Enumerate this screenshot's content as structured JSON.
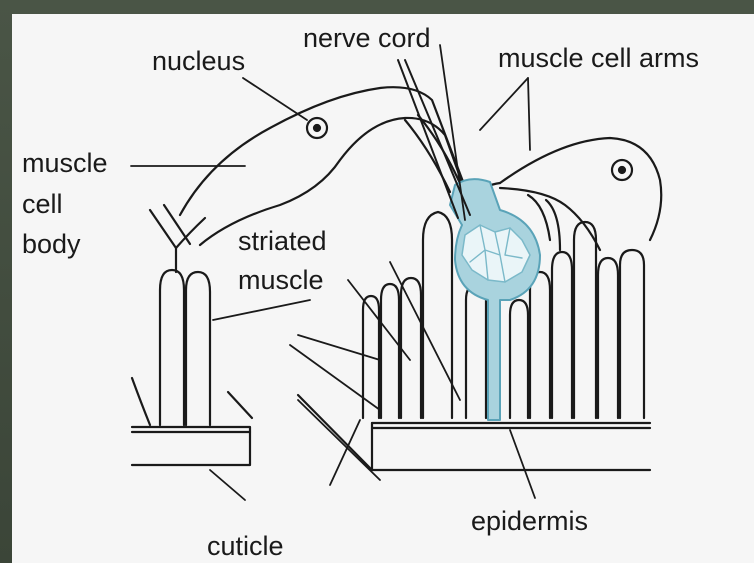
{
  "labels": {
    "nucleus": "nucleus",
    "nerve_cord": "nerve cord",
    "muscle_cell_arms": "muscle cell arms",
    "muscle_cell_body_1": "muscle",
    "muscle_cell_body_2": "cell",
    "muscle_cell_body_3": "body",
    "striated_muscle_1": "striated",
    "striated_muscle_2": "muscle",
    "epidermis": "epidermis",
    "cuticle": "cuticle"
  },
  "colors": {
    "frame": "#3f4a3b",
    "background": "#f6f6f6",
    "ink": "#1a1a1a",
    "nerve_cord_fill": "#a9d3de",
    "nerve_cord_stroke": "#5aa3b8"
  }
}
